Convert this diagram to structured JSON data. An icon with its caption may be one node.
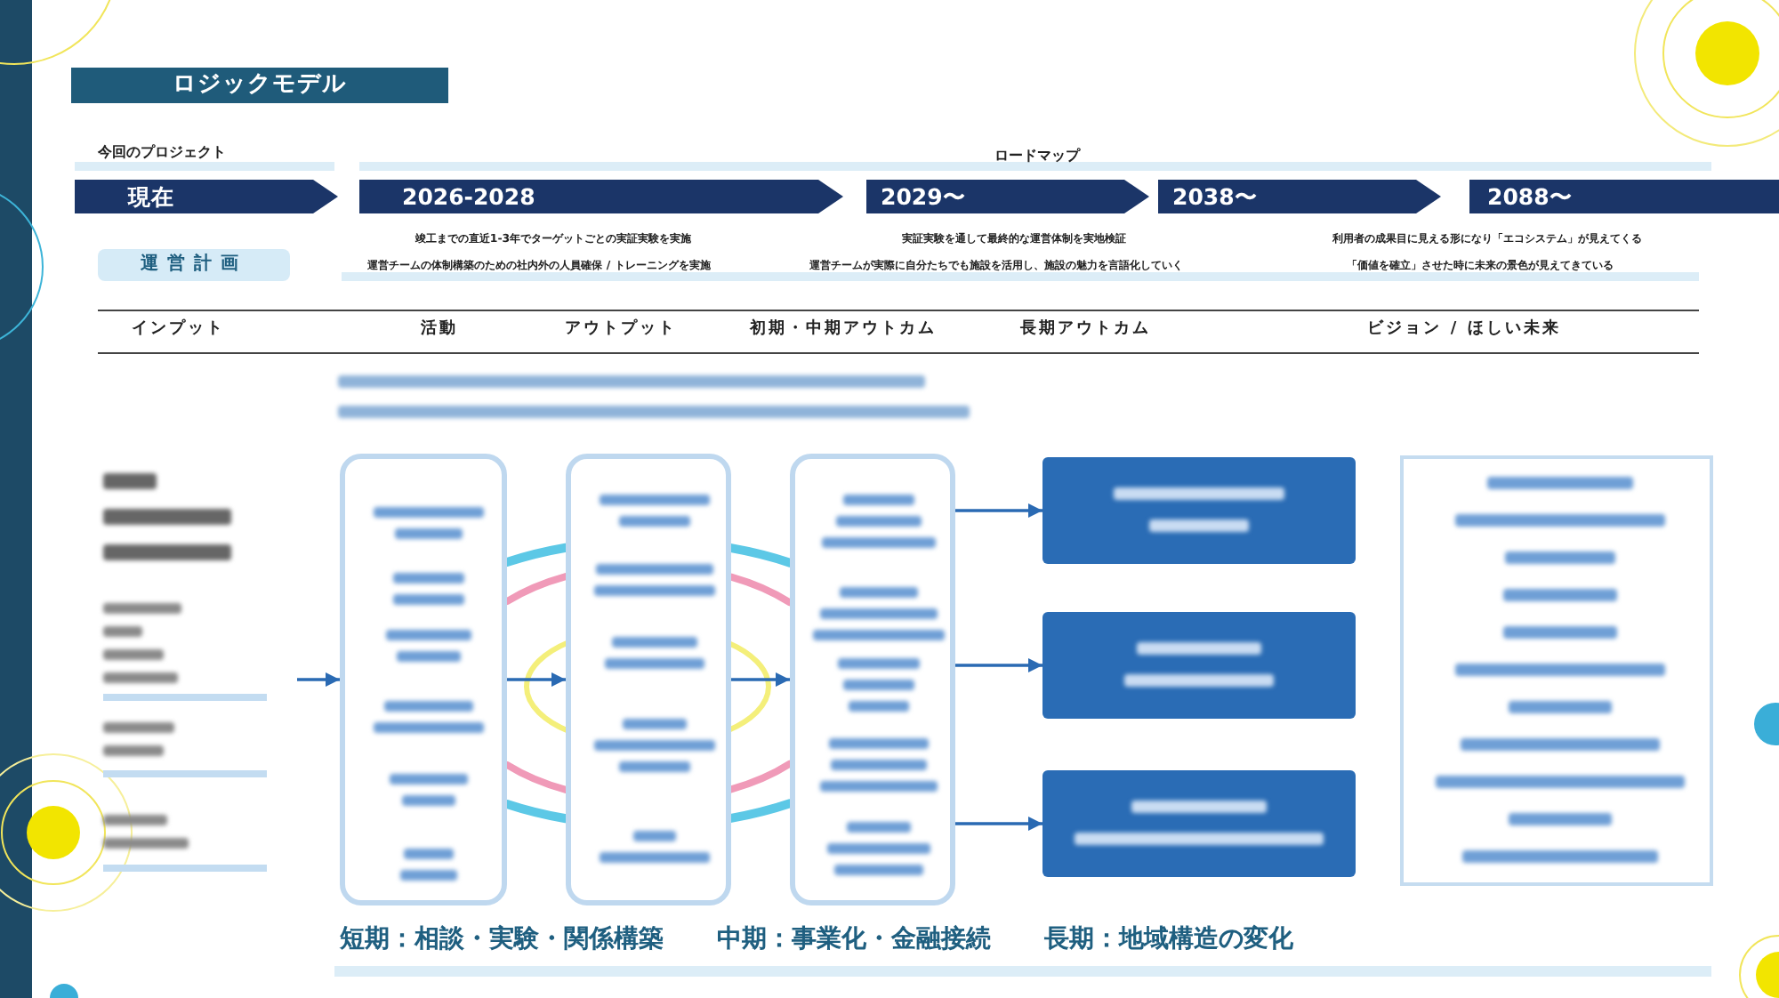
{
  "diagram": {
    "title": "ロジックモデル",
    "nodes": [
      {
        "text": [
          "現在"
        ]
      },
      {
        "text": [
          "2026-2028"
        ]
      },
      {
        "text": [
          "2029〜"
        ]
      },
      {
        "text": [
          "2038〜"
        ]
      },
      {
        "text": [
          "2088〜"
        ]
      },
      {
        "text": [
          "運営計画"
        ]
      },
      {
        "text": [],
        "shape": "box"
      },
      {
        "text": [],
        "shape": "box"
      },
      {
        "text": [],
        "shape": "box"
      },
      {
        "text": [],
        "shape": "box"
      },
      {
        "text": [],
        "shape": "box"
      },
      {
        "text": [],
        "shape": "box"
      },
      {
        "text": [],
        "shape": "box"
      }
    ],
    "edges": [
      {
        "from": null,
        "to": 6,
        "arrow": "to"
      },
      {
        "from": 6,
        "to": 7,
        "arrow": "to"
      },
      {
        "from": 7,
        "to": 8,
        "arrow": "to"
      },
      {
        "from": 8,
        "to": 9,
        "arrow": "to"
      },
      {
        "from": 8,
        "to": 10,
        "arrow": "to"
      },
      {
        "from": 8,
        "to": 11,
        "arrow": "to"
      },
      {
        "from": 6,
        "to": 7,
        "arrow": "none",
        "color": "#5cc8e6"
      },
      {
        "from": 6,
        "to": 7,
        "arrow": "none",
        "color": "#f09ab8"
      },
      {
        "from": 6,
        "to": 7,
        "arrow": "none",
        "color": "#f09ab8"
      },
      {
        "from": 6,
        "to": 7,
        "arrow": "none",
        "color": "#5cc8e6"
      },
      {
        "from": 7,
        "to": 8,
        "arrow": "none",
        "color": "#5cc8e6"
      },
      {
        "from": 7,
        "to": 8,
        "arrow": "none",
        "color": "#f09ab8"
      },
      {
        "from": 7,
        "to": 8,
        "arrow": "none",
        "color": "#f09ab8"
      },
      {
        "from": 7,
        "to": 8,
        "arrow": "none",
        "color": "#5cc8e6"
      }
    ],
    "labels": [
      "今回のプロジェクト",
      "ロードマップ",
      "竣工までの直近1-3年でターゲットごとの実証実験を実施",
      "実証実験を通して最終的な運営体制を実地検証",
      "利用者の成果目に見える形になり「エコシステム」が見えてくる",
      "運営チームの体制構築のための社内外の人員確保 / トレーニングを実施",
      "運営チームが実際に自分たちでも施設を活用し、施設の魅力を言語化していく",
      "「価値を確立」させた時に未来の景色が見えてきている",
      "インプット",
      "活動",
      "アウトプット",
      "初期・中期アウトカム",
      "長期アウトカム",
      "ビジョン / ほしい未来",
      "短期：相談・実験・関係構築",
      "中期：事業化・金融接続",
      "長期：地域構造の変化"
    ]
  }
}
